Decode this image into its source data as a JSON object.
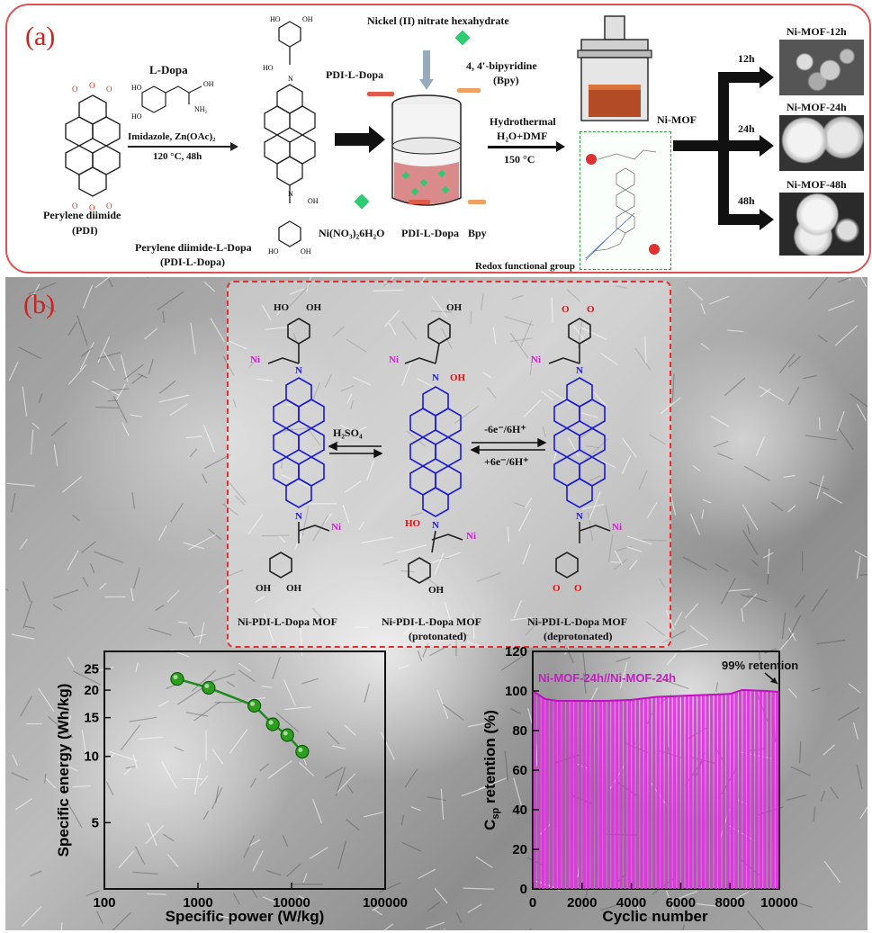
{
  "panel_a": {
    "label": "(a)",
    "reagent_ldopa": "L-Dopa",
    "conditions_reaction": "Imidazole, Zn(OAc)₂",
    "conditions_temp": "120 °C, 48h",
    "pdi_name": "Perylene diimide",
    "pdi_abbr": "(PDI)",
    "product_name": "Perylene diimide-L-Dopa",
    "product_abbr": "(PDI-L-Dopa)",
    "nickel_label": "Nickel (II) nitrate hexahydrate",
    "pdi_ldopa_label": "PDI-L-Dopa",
    "bpy_label": "4, 4'-bipyridine",
    "bpy_abbr": "(Bpy)",
    "legend_ni": "Ni(NO₃)₂6H₂O",
    "legend_pdi": "PDI-L-Dopa",
    "legend_bpy": "Bpy",
    "hydrothermal": "Hydrothermal",
    "solvent": "H₂O+DMF",
    "temp_150": "150 °C",
    "nimof_label": "Ni-MOF",
    "redox_label": "Redox functional group",
    "branches": [
      {
        "time": "12h",
        "name": "Ni-MOF-12h"
      },
      {
        "time": "24h",
        "name": "Ni-MOF-24h"
      },
      {
        "time": "48h",
        "name": "Ni-MOF-48h"
      }
    ],
    "colors": {
      "border": "#e05050",
      "ni_green": "#2ecc71",
      "pdi_red": "#e05a4a",
      "bpy_orange": "#f0a060"
    }
  },
  "panel_b": {
    "label": "(b)",
    "reagent_h2so4": "H₂SO₄",
    "redox_fwd": "-6e⁻/6H⁺",
    "redox_rev": "+6e⁻/6H⁺",
    "structures": [
      {
        "name": "Ni-PDI-L-Dopa MOF",
        "sub": ""
      },
      {
        "name": "Ni-PDI-L-Dopa MOF",
        "sub": "(protonated)"
      },
      {
        "name": "Ni-PDI-L-Dopa MOF",
        "sub": "(deprotonated)"
      }
    ],
    "atoms": {
      "oh": "OH",
      "ho": "HO",
      "o": "O",
      "n": "N",
      "ni": "Ni"
    },
    "colors": {
      "core_blue": "#1a1ad0",
      "ni_magenta": "#d020d0",
      "oxo_red": "#e01010",
      "box_red": "#e03030"
    }
  },
  "chart_data": [
    {
      "type": "scatter",
      "xlabel": "Specific power (W/kg)",
      "ylabel": "Specific energy (Wh/kg)",
      "xscale": "log",
      "yscale": "log",
      "xlim": [
        100,
        100000
      ],
      "ylim": [
        2.5,
        30
      ],
      "xticks": [
        "100",
        "1000",
        "10000",
        "100000"
      ],
      "yticks": [
        "5",
        "10",
        "15",
        "20",
        "25"
      ],
      "series": [
        {
          "x": [
            600,
            1300,
            4000,
            6300,
            9000,
            13000
          ],
          "y": [
            22.5,
            20.5,
            17,
            14,
            12.5,
            10.5
          ],
          "color": "#2e9e1e"
        }
      ]
    },
    {
      "type": "bar",
      "xlabel": "Cyclic number",
      "ylabel": "Csp retention (%)",
      "ylabel_main": "C",
      "ylabel_sub": "sp",
      "ylabel_rest": " retention (%)",
      "xlim": [
        0,
        10000
      ],
      "ylim": [
        0,
        120
      ],
      "xticks": [
        "0",
        "2000",
        "4000",
        "6000",
        "8000",
        "10000"
      ],
      "yticks": [
        "0",
        "20",
        "40",
        "60",
        "80",
        "100",
        "120"
      ],
      "legend": "Ni-MOF-24h//Ni-MOF-24h",
      "annotation": "99% retention",
      "bar_count": 60,
      "retention_curve": [
        [
          0,
          100
        ],
        [
          500,
          96
        ],
        [
          1000,
          95
        ],
        [
          2000,
          95
        ],
        [
          3000,
          95
        ],
        [
          4000,
          95.5
        ],
        [
          5000,
          97
        ],
        [
          6000,
          97.5
        ],
        [
          7000,
          98
        ],
        [
          8000,
          98.5
        ],
        [
          8500,
          100.5
        ],
        [
          9500,
          100
        ],
        [
          10000,
          99.5
        ]
      ],
      "color": "#e030e0"
    }
  ]
}
